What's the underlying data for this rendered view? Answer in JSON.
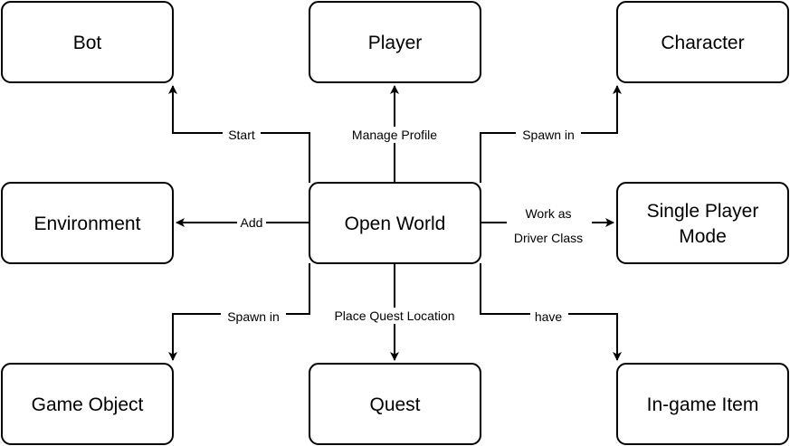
{
  "diagram": {
    "nodes": {
      "bot": "Bot",
      "player": "Player",
      "character": "Character",
      "environment": "Environment",
      "open_world": "Open World",
      "single_player_mode": [
        "Single Player",
        "Mode"
      ],
      "game_object": "Game Object",
      "quest": "Quest",
      "in_game_item": "In-game Item"
    },
    "edges": {
      "start": "Start",
      "manage_profile": "Manage Profile",
      "spawn_in_character": "Spawn in",
      "add": "Add",
      "work_as_driver_class": [
        "Work as",
        "Driver Class"
      ],
      "spawn_in_game_object": "Spawn in",
      "place_quest_location": "Place Quest Location",
      "have": "have"
    }
  }
}
